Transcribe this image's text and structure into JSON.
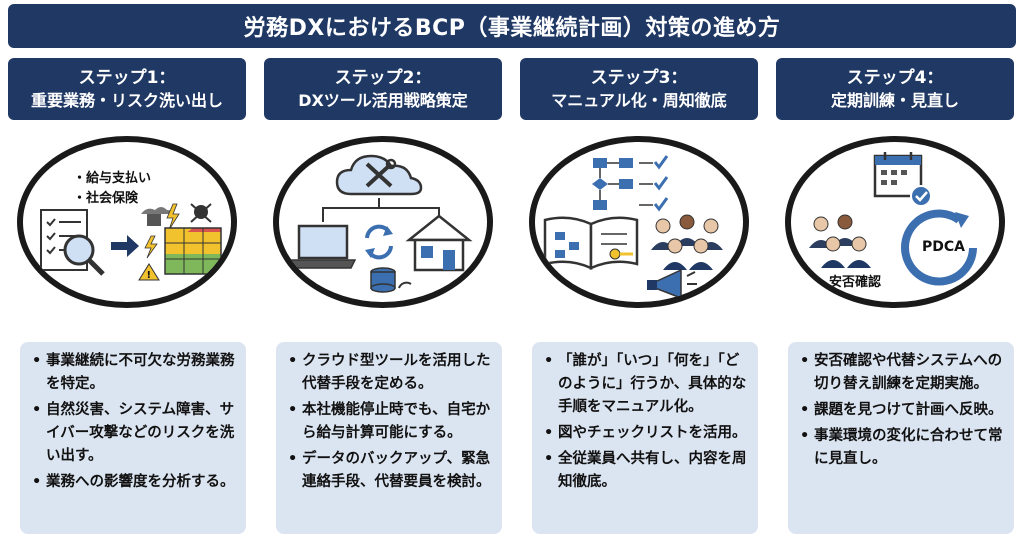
{
  "title": "労務DXにおけるBCP（事業継続計画）対策の進め方",
  "steps": [
    {
      "heading": "ステップ1：",
      "subheading": "重要業務・リスク洗い出し",
      "icon_labels": [
        "・給与支払い",
        "・社会保険"
      ],
      "bullets": [
        "事業継続に不可欠な労務業務を特定。",
        "自然災害、システム障害、サイバー攻撃などのリスクを洗い出す。",
        "業務への影響度を分析する。"
      ]
    },
    {
      "heading": "ステップ2：",
      "subheading": "DXツール活用戦略策定",
      "bullets": [
        "クラウド型ツールを活用した代替手段を定める。",
        "本社機能停止時でも、自宅から給与計算可能にする。",
        "データのバックアップ、緊急連絡手段、代替要員を検討。"
      ]
    },
    {
      "heading": "ステップ3：",
      "subheading": "マニュアル化・周知徹底",
      "bullets": [
        "「誰が」「いつ」「何を」「どのように」行うか、具体的な手順をマニュアル化。",
        "図やチェックリストを活用。",
        "全従業員へ共有し、内容を周知徹底。"
      ]
    },
    {
      "heading": "ステップ4：",
      "subheading": "定期訓練・見直し",
      "icon_labels": [
        "PDCA",
        "安否確認"
      ],
      "bullets": [
        "安否確認や代替システムへの切り替え訓練を定期実施。",
        "課題を見つけて計画へ反映。",
        "事業環境の変化に合わせて常に見直し。"
      ]
    }
  ],
  "colors": {
    "navy": "#1f3864",
    "box_bg": "#dbe4f1",
    "accent_blue": "#3c6fb0",
    "warning_yellow": "#f2c12e",
    "risk_red": "#d9534f",
    "risk_green": "#7fb85a"
  },
  "icons": {
    "step1": [
      "document-checklist-icon",
      "magnifier-icon",
      "arrow-right-icon",
      "disaster-icon",
      "lightning-icon",
      "skull-icon",
      "warning-icon",
      "risk-matrix-icon"
    ],
    "step2": [
      "cloud-tools-icon",
      "laptop-icon",
      "sync-icon",
      "house-icon",
      "database-icon"
    ],
    "step3": [
      "flowchart-icon",
      "checkmark-icon",
      "manual-book-icon",
      "key-icon",
      "staff-group-icon",
      "megaphone-icon"
    ],
    "step4": [
      "calendar-icon",
      "check-badge-icon",
      "pdca-cycle-icon",
      "people-group-icon"
    ]
  }
}
